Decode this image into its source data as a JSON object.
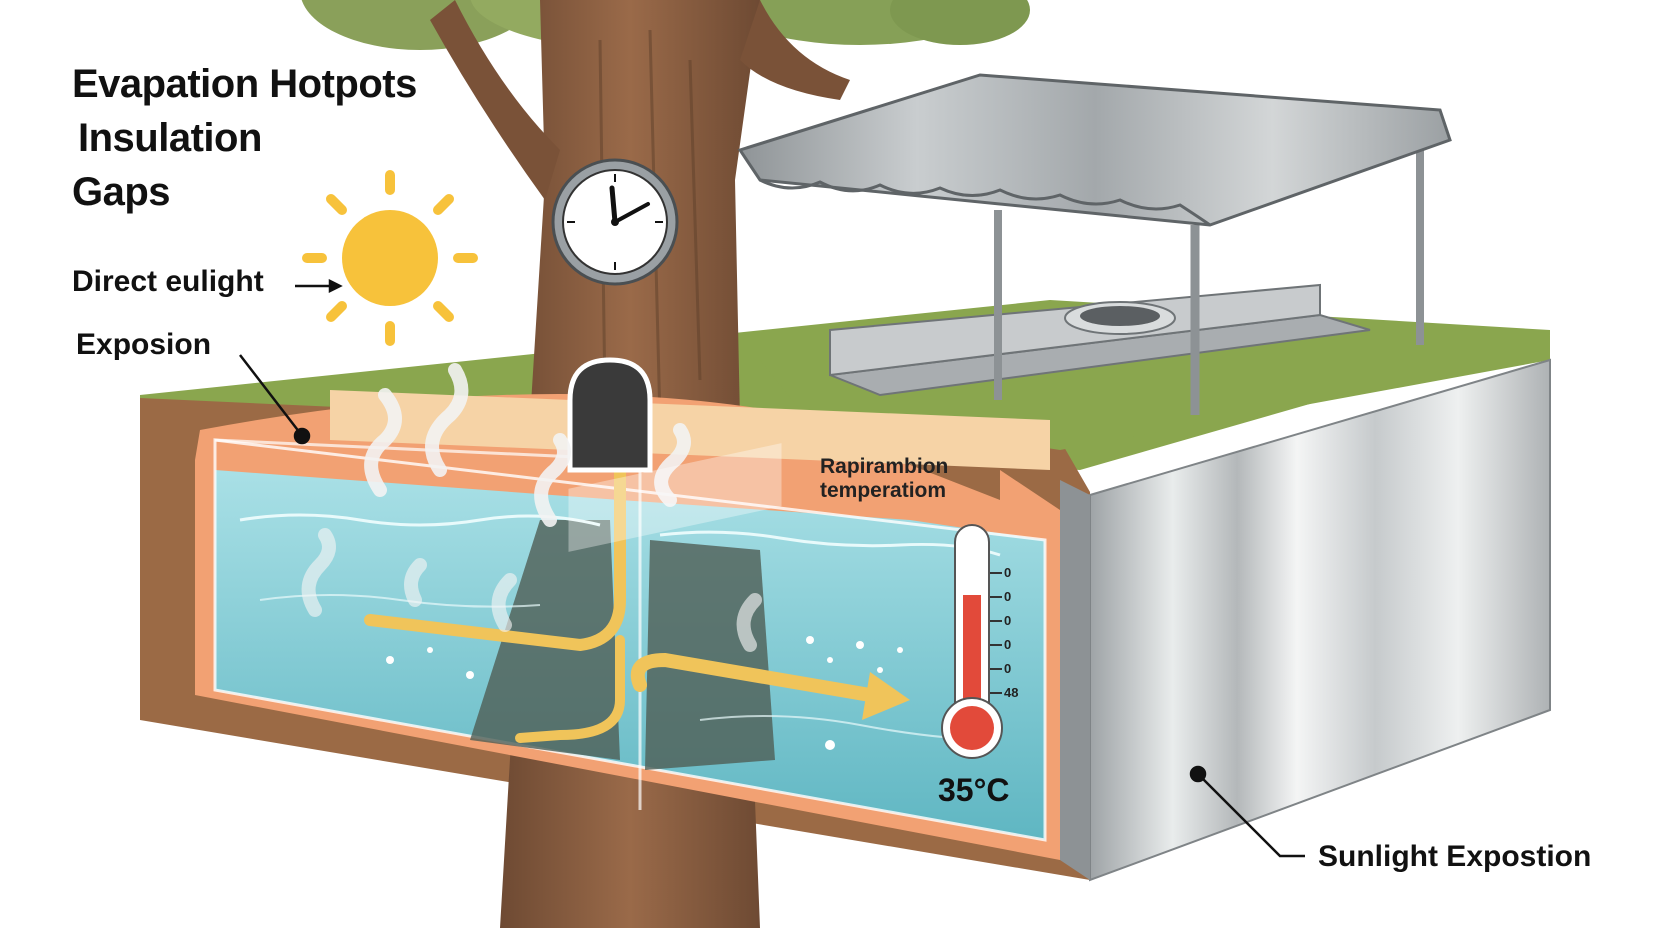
{
  "title_lines": [
    "Evapation Hotpots",
    "Insulation",
    "Gaps"
  ],
  "callouts": {
    "direct_sunlight": "Direct eulight",
    "exposion": "Exposion",
    "sunlight_exposition": "Sunlight Expostion",
    "tank_label_line1": "Rapirambion",
    "tank_label_line2": "temperatiom"
  },
  "thermometer": {
    "reading": "35°C",
    "ticks": [
      "0",
      "0",
      "0",
      "0",
      "0",
      "48"
    ]
  },
  "colors": {
    "water": "#7ccbd4",
    "soil": "#9b6a45",
    "grass": "#8aa64e",
    "insulation": "#f2a173",
    "sun": "#f7c23b",
    "flow_arrow": "#f0c45a",
    "mercury": "#e24a3a",
    "metal": "#bfc3c5"
  },
  "icons": [
    "sun-icon",
    "clock-icon",
    "thermometer-icon",
    "steam-icon",
    "flow-arrow-icon",
    "shade-canopy-icon"
  ]
}
